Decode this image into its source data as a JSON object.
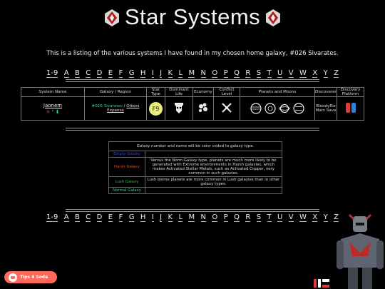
{
  "header": {
    "title": "Star Systems",
    "intro": "This is a listing of the various systems I have found in my chosen home galaxy, #026 Sivarates."
  },
  "alphabet": [
    "1-9",
    "A",
    "B",
    "C",
    "D",
    "E",
    "F",
    "G",
    "H",
    "I",
    "J",
    "K",
    "L",
    "M",
    "N",
    "O",
    "P",
    "Q",
    "R",
    "S",
    "T",
    "U",
    "V",
    "W",
    "X",
    "Y",
    "Z"
  ],
  "table": {
    "headers": [
      "System Name",
      "Galaxy / Region",
      "Star Type",
      "Dominant Life",
      "Economy",
      "Conflict Level",
      "Planets and Moons",
      "Discoverer",
      "Discovery Platform"
    ],
    "rows": [
      {
        "system_name": "Jaonem",
        "badges": "X P",
        "galaxy": "#026 Sivarates",
        "separator": "/",
        "region": "Otkeni Expanse",
        "star_type": "F9",
        "discoverer_line1": "BloodyRiz",
        "discoverer_line2": "Main Save",
        "platform_icon": "switch-icon"
      }
    ]
  },
  "legend": {
    "header": "Galaxy number and name will be color coded to galaxy type.",
    "rows": [
      {
        "name": "Empty Galaxy",
        "desc": "",
        "color": "#3b43c9"
      },
      {
        "name": "Harsh Galaxy",
        "desc": "Versus the Norm Galaxy type, planets are much more likely to be generated with Extreme environments in Harsh galaxies, which makes Activated Stellar Metals, such as Activated Copper, very common in such galaxies.",
        "color": "#d6492f"
      },
      {
        "name": "Lush Galaxy",
        "desc": "Lush biome planets are more common in Lush galaxies than in other galaxy types.",
        "color": "#39b54a"
      },
      {
        "name": "Normal Galaxy",
        "desc": "",
        "color": "#2fd0b5"
      }
    ]
  },
  "tips": {
    "label": "Tips 4 Soda"
  },
  "colors": {
    "accent": "#2fd0b5",
    "tips_bg": "#ff6a5c",
    "star_fill": "#e9ec7c"
  }
}
